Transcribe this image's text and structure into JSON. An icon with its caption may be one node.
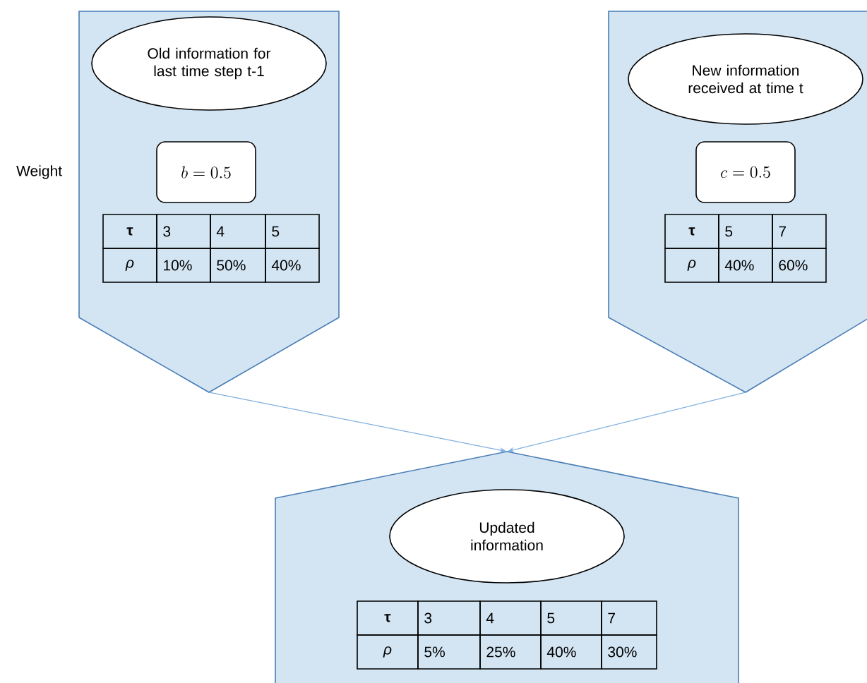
{
  "diagram": {
    "nodes": [
      {
        "text": [],
        "shape": "pentagon"
      },
      {
        "text": [
          "Old information for last time step t-1"
        ],
        "in": 0
      },
      {
        "text": [
          "b = 0.5"
        ],
        "in": 0
      },
      {
        "text": [],
        "shape": "pentagon"
      },
      {
        "text": [
          "New information received at time t"
        ],
        "in": 3
      },
      {
        "text": [
          "c = 0.5"
        ],
        "in": 3
      },
      {
        "text": [],
        "shape": "pentagon"
      },
      {
        "text": [
          "Updated information"
        ],
        "in": 6
      }
    ],
    "edges": [
      {
        "from": 0,
        "to": 6,
        "arrow": "to"
      },
      {
        "from": 3,
        "to": 6,
        "arrow": "to"
      }
    ],
    "labels": [
      "Weight",
      "τ",
      "3",
      "4",
      "5",
      "ρ",
      "10%",
      "50%",
      "40%",
      "τ",
      "5",
      "7",
      "ρ",
      "40%",
      "60%",
      "τ",
      "3",
      "4",
      "5",
      "7",
      "ρ",
      "5%",
      "25%",
      "40%",
      "30%"
    ]
  }
}
